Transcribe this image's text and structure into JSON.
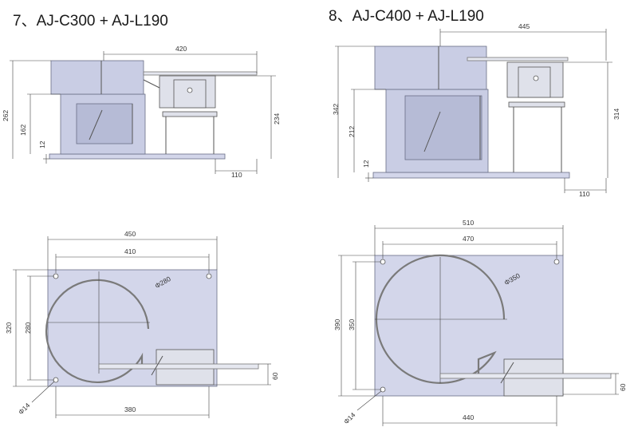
{
  "figures": [
    {
      "title": "7、AJ-C300 + AJ-L190",
      "side_view": {
        "width_top": "420",
        "height_total": "262",
        "height_body": "162",
        "height_base": "12",
        "height_linear": "234",
        "offset_linear": "110"
      },
      "top_view": {
        "plate_width": "450",
        "hole_spacing_x": "410",
        "bowl_diameter": "Φ280",
        "plate_depth": "320",
        "hole_spacing_y": "280",
        "hole_diameter": "Φ14",
        "linear_width": "60",
        "bottom_offset": "380"
      }
    },
    {
      "title": "8、AJ-C400 + AJ-L190",
      "side_view": {
        "width_top": "445",
        "height_total": "342",
        "height_body": "212",
        "height_base": "12",
        "height_linear": "314",
        "offset_linear": "110"
      },
      "top_view": {
        "plate_width": "510",
        "hole_spacing_x": "470",
        "bowl_diameter": "Φ350",
        "plate_depth": "390",
        "hole_spacing_y": "350",
        "hole_diameter": "Φ14",
        "linear_width": "60",
        "bottom_offset": "440"
      }
    }
  ]
}
